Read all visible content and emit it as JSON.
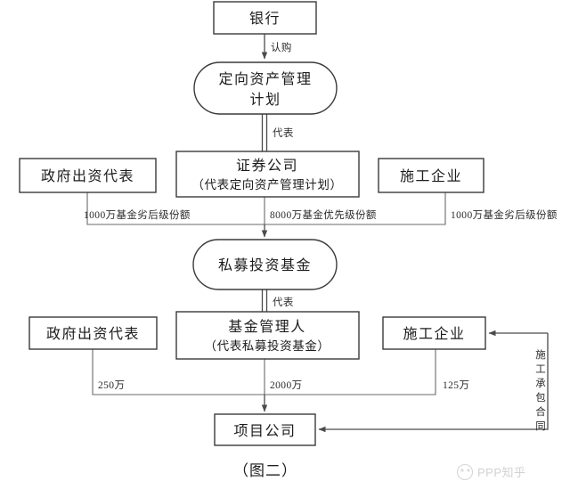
{
  "diagram": {
    "caption": "（图二）",
    "nodes": {
      "bank": {
        "label": "银行"
      },
      "directed_asset_plan": {
        "line1": "定向资产管理",
        "line2": "计划"
      },
      "securities_company": {
        "line1": "证券公司",
        "line2": "（代表定向资产管理计划）"
      },
      "gov_investor_top": {
        "label": "政府出资代表"
      },
      "construction_firm_top": {
        "label": "施工企业"
      },
      "private_fund": {
        "label": "私募投资基金"
      },
      "fund_manager": {
        "line1": "基金管理人",
        "line2": "（代表私募投资基金）"
      },
      "gov_investor_bottom": {
        "label": "政府出资代表"
      },
      "construction_firm_bottom": {
        "label": "施工企业"
      },
      "project_company": {
        "label": "项目公司"
      }
    },
    "edges": {
      "subscribe": "认购",
      "represent_upper": "代表",
      "represent_lower": "代表",
      "gov_share_top": "1000万基金劣后级份额",
      "securities_share_top": "8000万基金优先级份额",
      "construction_share_top": "1000万基金劣后级份额",
      "gov_amount_bottom": "250万",
      "fund_amount_bottom": "2000万",
      "construction_amount_bottom": "125万",
      "construction_contract": "施工承包合同"
    }
  },
  "watermark": {
    "text": "PPP知乎"
  },
  "colors": {
    "stroke": "#3a3a3a",
    "text": "#1c1c1c",
    "background": "#ffffff",
    "watermark": "#d2d2d2"
  }
}
